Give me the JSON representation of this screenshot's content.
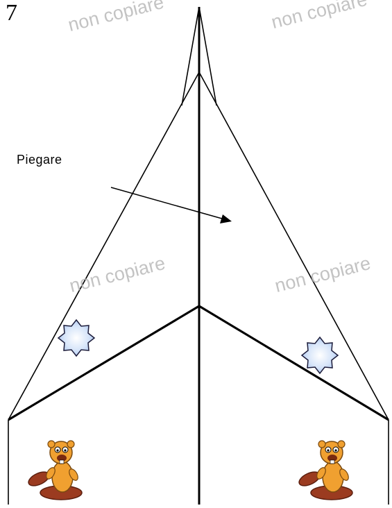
{
  "diagram": {
    "step_number": "7",
    "fold_label": "Piegare",
    "watermark_text": "non copiare",
    "colors": {
      "line": "#000000",
      "watermark": "#b9b9b9",
      "star_fill": "#cfe0f7",
      "star_highlight": "#ffffff",
      "beaver_body": "#f0a030",
      "beaver_log": "#9b3b20"
    },
    "icons": [
      "star-icon",
      "beaver-icon"
    ]
  }
}
